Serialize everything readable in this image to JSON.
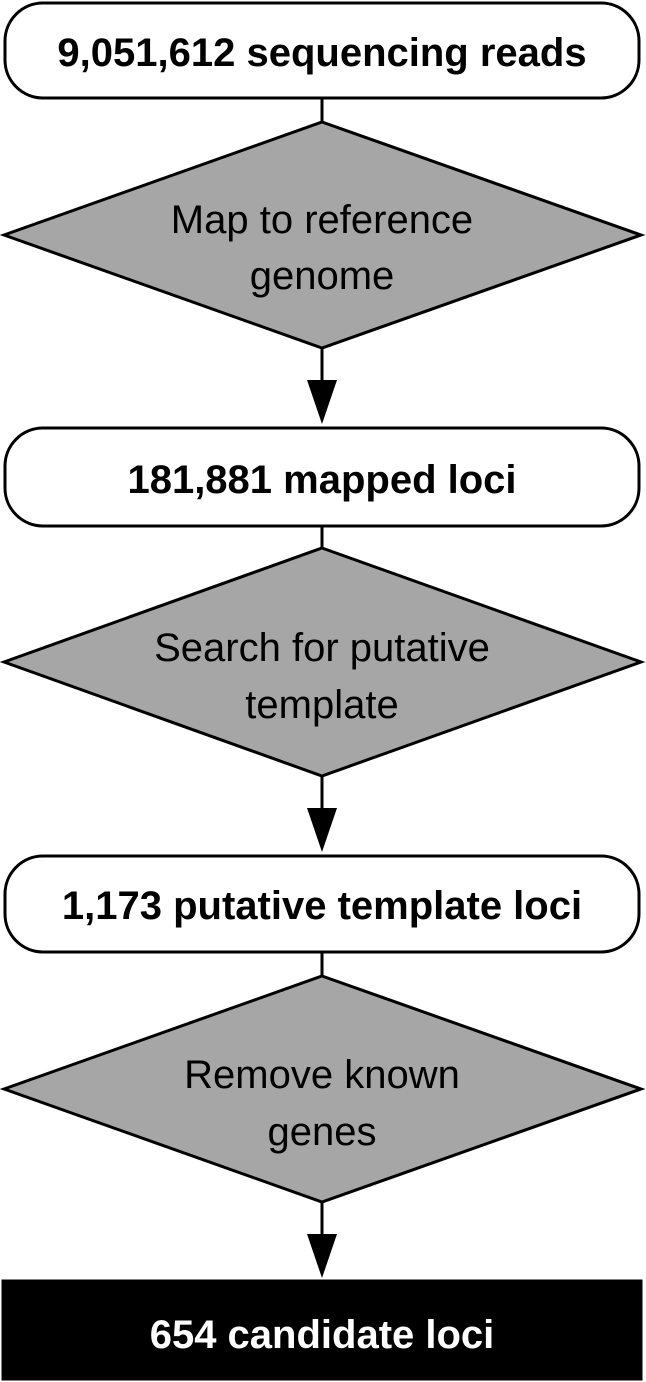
{
  "diagram": {
    "nodes": [
      {
        "id": "reads",
        "kind": "terminal",
        "lines": [
          "9,051,612 sequencing reads"
        ]
      },
      {
        "id": "map",
        "kind": "decision",
        "lines": [
          "Map to reference",
          "genome"
        ]
      },
      {
        "id": "mapped",
        "kind": "terminal",
        "lines": [
          "181,881 mapped loci"
        ]
      },
      {
        "id": "search",
        "kind": "decision",
        "lines": [
          "Search for putative",
          "template"
        ]
      },
      {
        "id": "putative",
        "kind": "terminal",
        "lines": [
          "1,173 putative template loci"
        ]
      },
      {
        "id": "remove",
        "kind": "decision",
        "lines": [
          "Remove known",
          "genes"
        ]
      },
      {
        "id": "candidate",
        "kind": "result",
        "lines": [
          "654 candidate loci"
        ]
      }
    ],
    "edges": [
      {
        "from": "reads",
        "to": "map",
        "arrow": false
      },
      {
        "from": "map",
        "to": "mapped",
        "arrow": true
      },
      {
        "from": "mapped",
        "to": "search",
        "arrow": false
      },
      {
        "from": "search",
        "to": "putative",
        "arrow": true
      },
      {
        "from": "putative",
        "to": "remove",
        "arrow": false
      },
      {
        "from": "remove",
        "to": "candidate",
        "arrow": true
      }
    ],
    "colors": {
      "decision_fill": "#a6a6a6",
      "terminal_fill": "#ffffff",
      "result_fill": "#000000",
      "stroke": "#000000"
    }
  }
}
